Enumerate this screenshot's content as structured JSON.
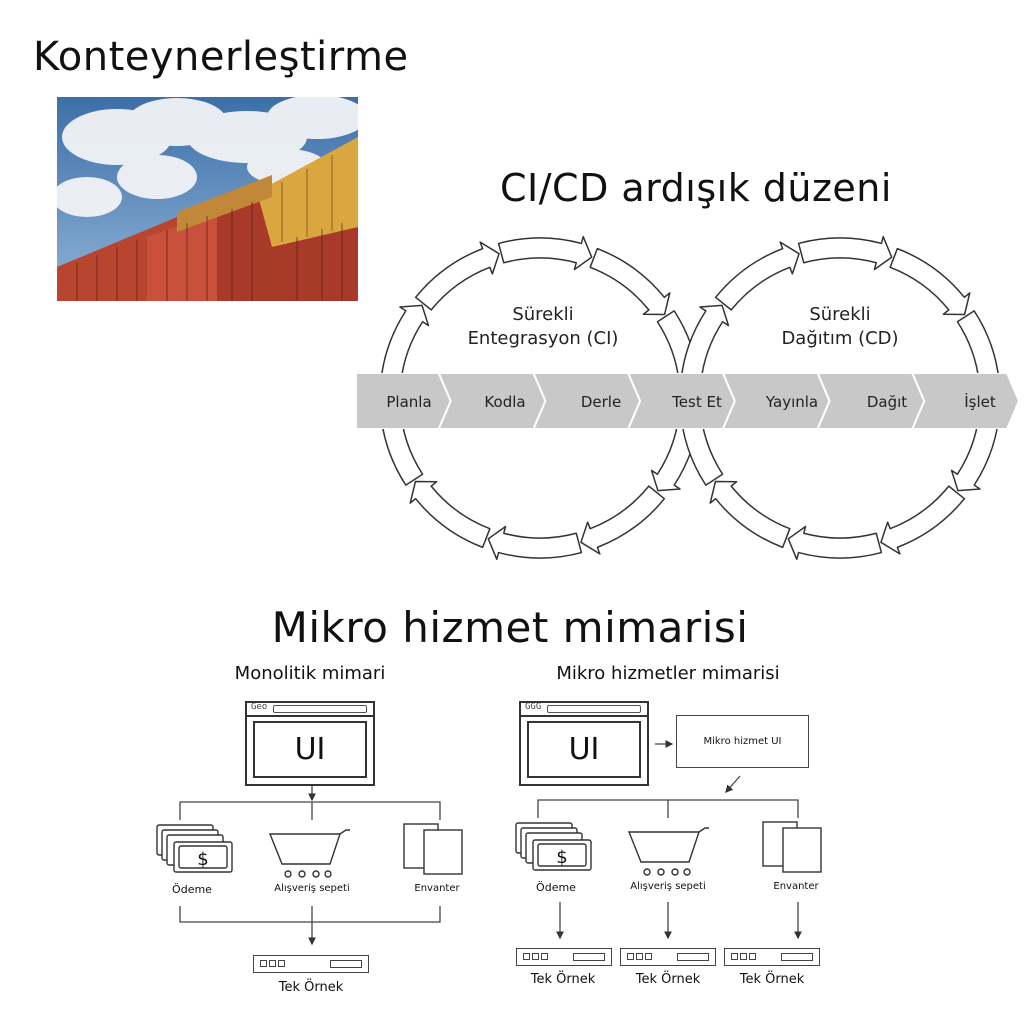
{
  "containerization": {
    "title": "Konteynerleştirme"
  },
  "cicd": {
    "title": "CI/CD ardışık düzeni",
    "ci_loop": {
      "line1": "Sürekli",
      "line2": "Entegrasyon (CI)"
    },
    "cd_loop": {
      "line1": "Sürekli",
      "line2": "Dağıtım (CD)"
    },
    "stages": [
      "Planla",
      "Kodla",
      "Derle",
      "Test Et",
      "Yayınla",
      "Dağıt",
      "İşlet"
    ]
  },
  "microservices": {
    "title": "Mikro hizmet mimarisi",
    "monolithic": {
      "title": "Monolitik mimari",
      "ui_label": "UI",
      "components": [
        "Ödeme",
        "Alışveriş sepeti",
        "Envanter"
      ],
      "instance_label": "Tek Örnek"
    },
    "micro": {
      "title": "Mikro hizmetler mimarisi",
      "ui_label": "UI",
      "micro_ui_label": "Mikro hizmet UI",
      "components": [
        "Ödeme",
        "Alışveriş sepeti",
        "Envanter"
      ],
      "instance_labels": [
        "Tek Örnek",
        "Tek Örnek",
        "Tek Örnek"
      ]
    }
  },
  "colors": {
    "pipeline_fill": "#c8c8c8",
    "stroke": "#333333"
  }
}
